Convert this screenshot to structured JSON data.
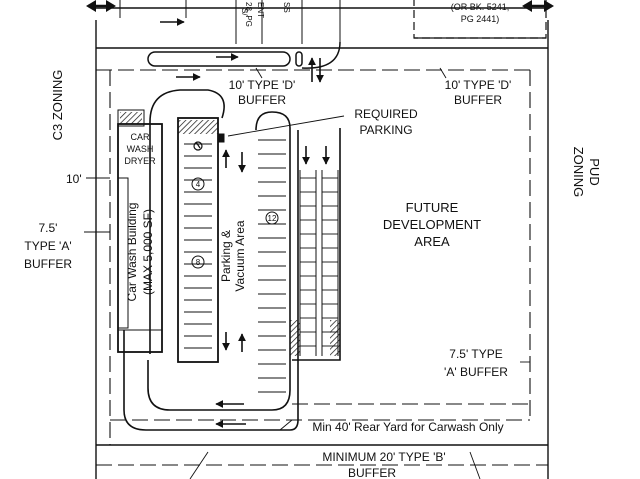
{
  "labels": {
    "c3_zoning": "C3 ZONING",
    "zoning_pud_line1": "ZONING",
    "zoning_pud_line2": "PUD",
    "buffer_d_left_line1": "10' TYPE 'D'",
    "buffer_d_left_line2": "BUFFER",
    "buffer_d_right_line1": "10' TYPE 'D'",
    "buffer_d_right_line2": "BUFFER",
    "required_parking_line1": "REQUIRED",
    "required_parking_line2": "PARKING",
    "car_wash_dryer_line1": "CAR",
    "car_wash_dryer_line2": "WASH",
    "car_wash_dryer_line3": "DRYER",
    "setback_10": "10'",
    "buffer_a_left_line1": "7.5'",
    "buffer_a_left_line2": "TYPE 'A'",
    "buffer_a_left_line3": "BUFFER",
    "car_wash_building_line1": "Car Wash Building",
    "car_wash_building_line2": "(MAX 5,000 SF)",
    "parking_vacuum_line1": "Parking &",
    "parking_vacuum_line2": "Vacuum Area",
    "future_dev_line1": "FUTURE",
    "future_dev_line2": "DEVELOPMENT",
    "future_dev_line3": "AREA",
    "buffer_a_right_line1": "7.5' TYPE",
    "buffer_a_right_line2": "'A' BUFFER",
    "rear_yard": "Min 40' Rear Yard for Carwash Only",
    "buffer_b_line1": "MINIMUM 20' TYPE 'B'",
    "buffer_b_line2": "BUFFER",
    "or_bk_line1": "(OR BK. 5241,",
    "or_bk_line2": "PG 2441)",
    "top_frag1": "S/",
    "top_frag2": "SS",
    "top_frag3": "ENT",
    "top_frag4": "28, PG",
    "space_count_4": "4",
    "space_count_8": "8",
    "space_count_12": "12"
  },
  "colors": {
    "line": "#111111",
    "background": "#ffffff"
  },
  "icons": [
    "double-arrow-left-icon",
    "double-arrow-right-icon",
    "accessible-parking-icon",
    "direction-arrow-icon"
  ]
}
